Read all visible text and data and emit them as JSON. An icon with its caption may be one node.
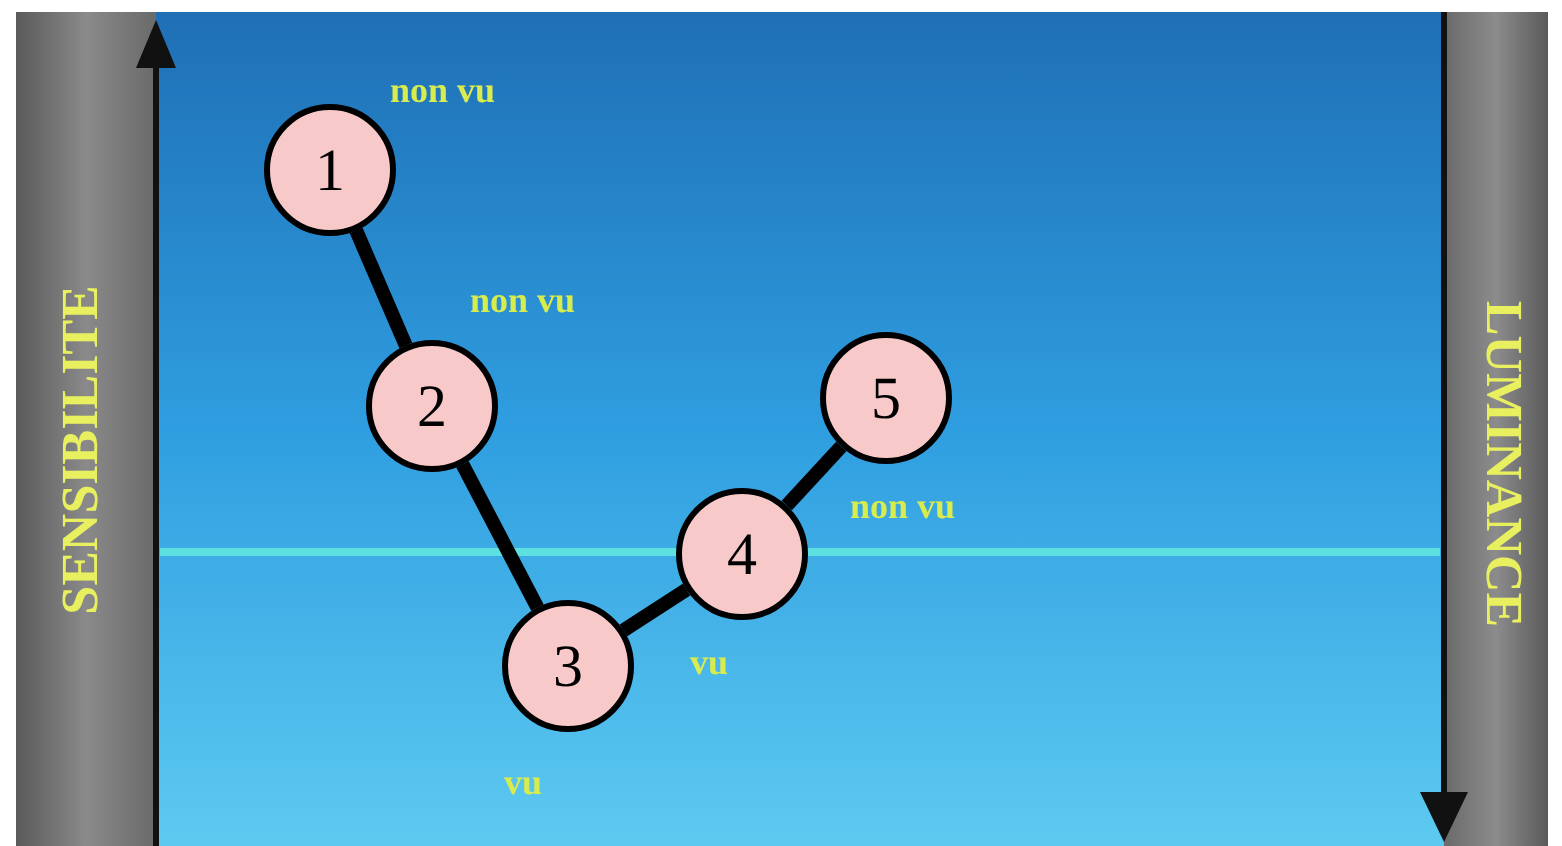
{
  "diagram": {
    "nodes": [
      {
        "text": [
          "1"
        ],
        "beside": [
          "non vu"
        ]
      },
      {
        "text": [
          "2"
        ],
        "beside": [
          "non vu"
        ]
      },
      {
        "text": [
          "3"
        ],
        "beside": [
          "vu"
        ]
      },
      {
        "text": [
          "4"
        ],
        "beside": [
          "vu"
        ]
      },
      {
        "text": [
          "5"
        ],
        "beside": [
          "non vu"
        ]
      }
    ],
    "edges": [
      {
        "from": 0,
        "to": 1,
        "arrow": "none"
      },
      {
        "from": 1,
        "to": 2,
        "arrow": "none"
      },
      {
        "from": 2,
        "to": 3,
        "arrow": "none"
      },
      {
        "from": 3,
        "to": 4,
        "arrow": "none"
      }
    ],
    "labels": [
      "SENSIBILITE",
      "LUMINANCE"
    ]
  }
}
